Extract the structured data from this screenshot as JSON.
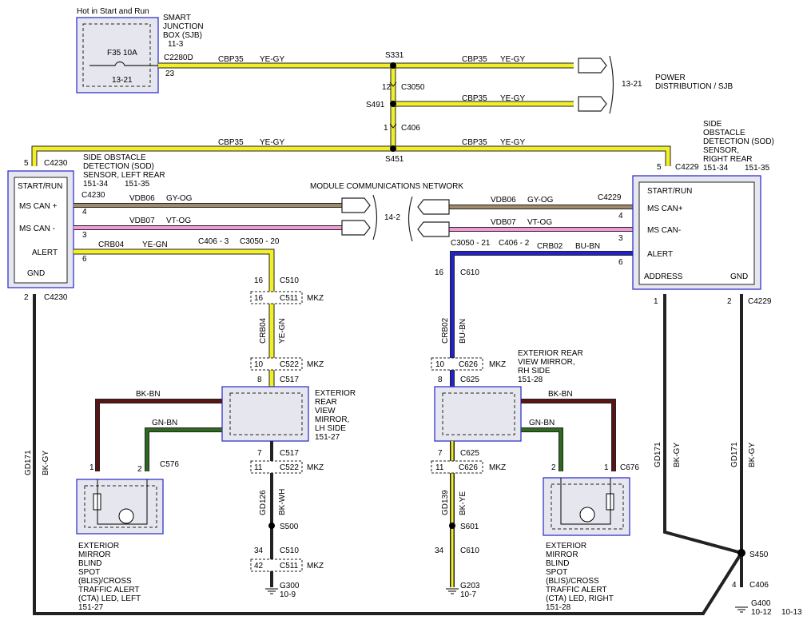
{
  "sjb": {
    "title": "Hot in Start and Run",
    "name": [
      "SMART",
      "JUNCTION",
      "BOX (SJB)",
      "11-3"
    ],
    "fuse": "F35",
    "rating": "10A",
    "ref": "13-21",
    "connector": "C2280D",
    "pin": "23"
  },
  "power_dist": {
    "ref": "13-21",
    "name": [
      "POWER",
      "DISTRIBUTION / SJB"
    ]
  },
  "circuits": {
    "cbp35": "CBP35",
    "ye_gy": "YE-GY",
    "vdb06": "VDB06",
    "gy_og": "GY-OG",
    "vdb07": "VDB07",
    "vt_og": "VT-OG",
    "crb04": "CRB04",
    "ye_gn": "YE-GN",
    "crb02": "CRB02",
    "bu_bn": "BU-BN",
    "bk_bn": "BK-BN",
    "gn_bn": "GN-BN",
    "gd126": "GD126",
    "bk_wh": "BK-WH",
    "gd139": "GD139",
    "bk_ye": "BK-YE",
    "gd171": "GD171",
    "bk_gy": "BK-GY"
  },
  "splices": {
    "s331": "S331",
    "s491": "S491",
    "s451": "S451",
    "s500": "S500",
    "s601": "S601",
    "s450": "S450"
  },
  "connectors": {
    "c3050": "C3050",
    "c406": "C406",
    "c4230": "C4230",
    "c4229": "C4229",
    "c406_3": "C406 - 3",
    "c3050_20": "C3050 - 20",
    "c3050_21": "C3050 - 21",
    "c406_2": "C406 - 2",
    "c510": "C510",
    "c511": "C511",
    "c522": "C522",
    "c517": "C517",
    "c576": "C576",
    "c610": "C610",
    "c626": "C626",
    "c625": "C625",
    "c676": "C676"
  },
  "pins": {
    "p12": "12",
    "p1": "1",
    "p5": "5",
    "p4": "4",
    "p3": "3",
    "p6": "6",
    "p2": "2",
    "p16": "16",
    "p10": "10",
    "p8": "8",
    "p7": "7",
    "p11": "11",
    "p34": "34",
    "p42": "42"
  },
  "mkz": "MKZ",
  "network": {
    "title": "MODULE COMMUNICATIONS NETWORK",
    "ref": "14-2"
  },
  "sod_left": {
    "label": [
      "SIDE OBSTACLE",
      "DETECTION (SOD)",
      "SENSOR, LEFT REAR"
    ],
    "refs": [
      "151-34",
      "151-35"
    ],
    "pins": [
      "START/RUN",
      "MS CAN +",
      "MS CAN -",
      "ALERT",
      "GND"
    ]
  },
  "sod_right": {
    "label": [
      "SIDE",
      "OBSTACLE",
      "DETECTION (SOD)",
      "SENSOR,",
      "RIGHT REAR"
    ],
    "refs": [
      "151-34",
      "151-35"
    ],
    "pins": [
      "START/RUN",
      "MS CAN+",
      "MS CAN-",
      "ALERT",
      "ADDRESS",
      "GND"
    ]
  },
  "mirror_lh": {
    "label": [
      "EXTERIOR",
      "REAR",
      "VIEW",
      "MIRROR,",
      "LH SIDE",
      "151-27"
    ]
  },
  "mirror_rh": {
    "label": [
      "EXTERIOR REAR",
      "VIEW MIRROR,",
      "RH SIDE",
      "151-28"
    ]
  },
  "led_left": {
    "label": [
      "EXTERIOR",
      "MIRROR",
      "BLIND",
      "SPOT",
      "(BLIS)/CROSS",
      "TRAFFIC ALERT",
      "(CTA) LED, LEFT",
      "151-27"
    ]
  },
  "led_right": {
    "label": [
      "EXTERIOR",
      "MIRROR",
      "BLIND",
      "SPOT",
      "(BLIS)/CROSS",
      "TRAFFIC ALERT",
      "(CTA) LED, RIGHT",
      "151-28"
    ]
  },
  "grounds": {
    "g300": "G300",
    "g300_ref": "10-9",
    "g203": "G203",
    "g203_ref": "10-7",
    "g400": "G400",
    "g400_ref": "10-12"
  },
  "page_ref": "10-13",
  "colors": {
    "yellow": "#f0ef2a",
    "tan": "#a08a6c",
    "pink": "#f09ad8",
    "blue": "#2222cc",
    "black": "#222222",
    "green": "#2d6a1f",
    "darkred": "#5a1414"
  }
}
